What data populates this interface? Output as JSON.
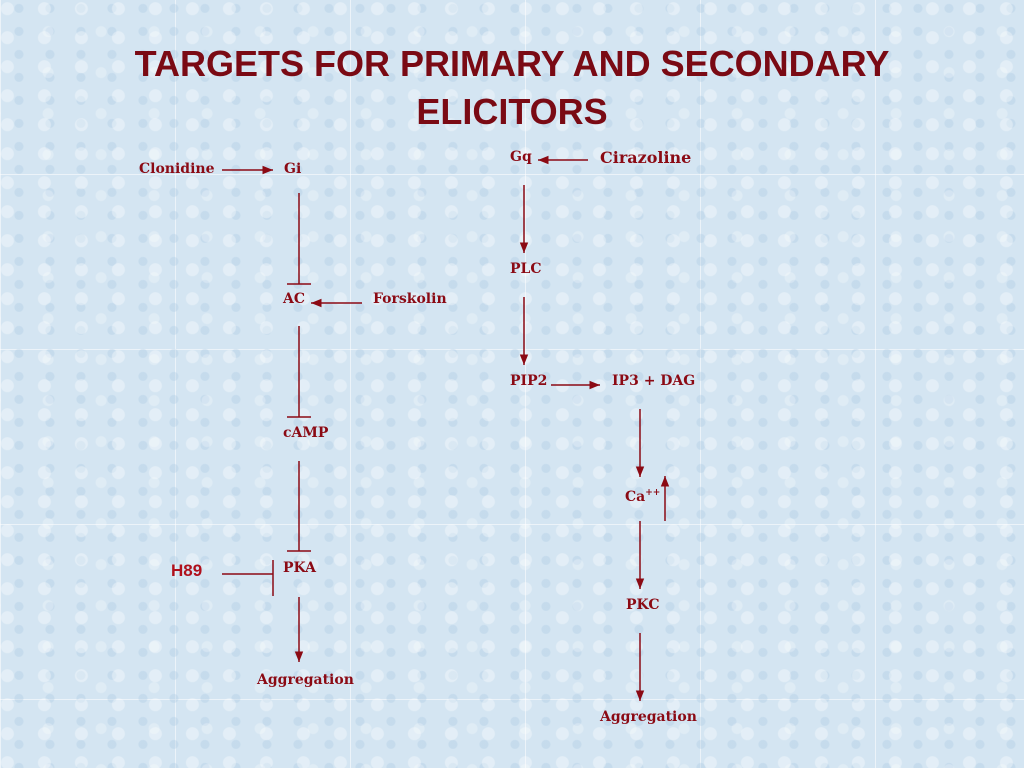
{
  "title": "TARGETS FOR PRIMARY AND SECONDARY ELICITORS",
  "left_pathway": {
    "clonidine": "Clonidine",
    "gi": "Gi",
    "ac": "AC",
    "forskolin": "Forskolin",
    "camp": "cAMP",
    "h89": "H89",
    "pka": "PKA",
    "aggregation": "Aggregation"
  },
  "right_pathway": {
    "gq": "Gq",
    "cirazoline": "Cirazoline",
    "plc": "PLC",
    "pip2": "PIP2",
    "ip3_dag": "IP3 + DAG",
    "ca": "Ca",
    "ca_sup": "++",
    "pkc": "PKC",
    "aggregation": "Aggregation"
  },
  "colors": {
    "title": "#7a0a14",
    "label": "#8b0a14",
    "line": "#8b0a14",
    "background": "#d4e5f2"
  }
}
